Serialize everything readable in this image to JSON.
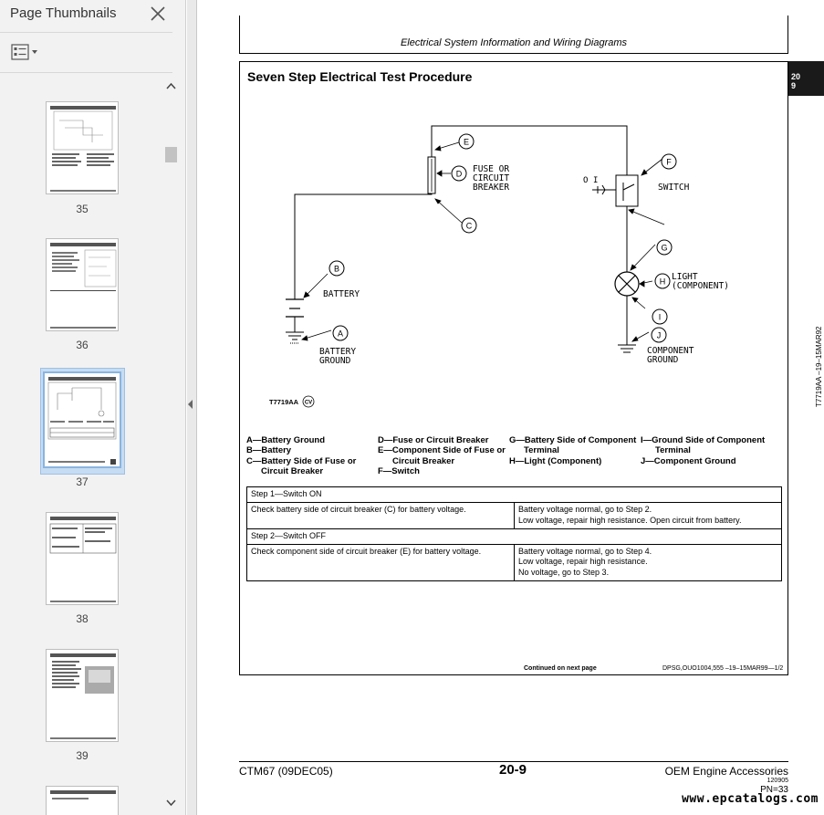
{
  "panel": {
    "title": "Page Thumbnails",
    "thumbnails": [
      {
        "label": "35"
      },
      {
        "label": "36"
      },
      {
        "label": "37"
      },
      {
        "label": "38"
      },
      {
        "label": "39"
      }
    ]
  },
  "document": {
    "header": "Electrical System Information and Wiring Diagrams",
    "section_tab": [
      "20",
      "9"
    ],
    "title": "Seven Step Electrical Test Procedure",
    "diagram": {
      "labels": {
        "fuse": [
          "FUSE OR",
          "CIRCUIT",
          "BREAKER"
        ],
        "switch": "SWITCH",
        "battery": "BATTERY",
        "battery_ground": [
          "BATTERY",
          "GROUND"
        ],
        "light": [
          "LIGHT",
          "(COMPONENT)"
        ],
        "component_ground": [
          "COMPONENT",
          "GROUND"
        ],
        "figure_id": "T7719AA",
        "figure_tag": "CV",
        "side_code": "T7719AA  –19–15MAR92"
      },
      "callouts": [
        "A",
        "B",
        "C",
        "D",
        "E",
        "F",
        "G",
        "H",
        "I",
        "J"
      ]
    },
    "legend": {
      "col1": [
        "A—Battery Ground",
        "B—Battery",
        "C—Battery Side of Fuse or",
        "Circuit Breaker"
      ],
      "col2": [
        "D—Fuse or Circuit Breaker",
        "E—Component Side of Fuse or",
        "Circuit Breaker",
        "F—Switch"
      ],
      "col3": [
        "G—Battery Side of Component",
        "Terminal",
        "H—Light (Component)"
      ],
      "col4": [
        "I—Ground Side of Component",
        "Terminal",
        "J—Component Ground"
      ]
    },
    "steps": [
      {
        "heading": "Step 1—Switch ON",
        "check": "Check battery side of circuit breaker (C) for battery voltage.",
        "results": [
          "Battery voltage normal, go to Step 2.",
          "Low voltage, repair high resistance. Open circuit from battery."
        ]
      },
      {
        "heading": "Step 2—Switch OFF",
        "check": "Check component side of circuit breaker (E) for battery voltage.",
        "results": [
          "Battery voltage normal, go to Step 4.",
          "Low voltage, repair high resistance.",
          "No voltage, go to Step 3."
        ]
      }
    ],
    "continued": "Continued on next page",
    "docref": "DPSG,OUO1004,555  –19–15MAR99—1/2",
    "footer": {
      "left": "CTM67 (09DEC05)",
      "center": "20-9",
      "right": "OEM Engine Accessories",
      "small": "120905",
      "pn": "PN=33"
    },
    "watermark": "www.epcatalogs.com"
  }
}
